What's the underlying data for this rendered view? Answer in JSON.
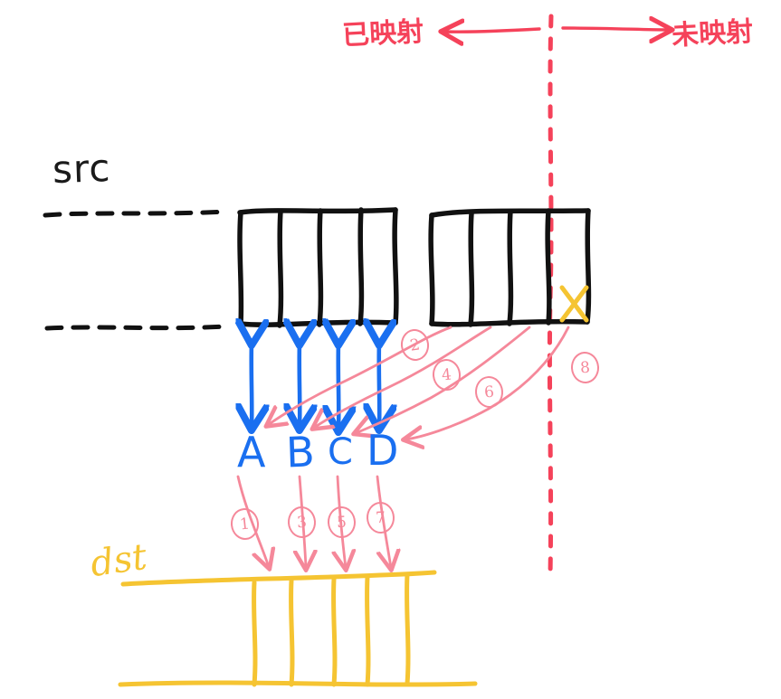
{
  "diagram": {
    "title_left": "已映射",
    "title_right": "未映射",
    "src_label": "src",
    "dst_label": "dst",
    "letters": [
      "A",
      "B",
      "C",
      "D"
    ],
    "step_numbers_upper": [
      "2",
      "4",
      "6",
      "8"
    ],
    "step_numbers_lower": [
      "1",
      "3",
      "5",
      "7"
    ],
    "colors": {
      "accent_red": "#f5425a",
      "accent_pink": "#f5889a",
      "accent_blue": "#1a6ff0",
      "accent_yellow": "#f5c432",
      "ink_black": "#111111"
    },
    "src_group_left_cells": 4,
    "src_group_right_cells": 4,
    "dst_cells": 4,
    "invalid_marker": "x-mark"
  }
}
